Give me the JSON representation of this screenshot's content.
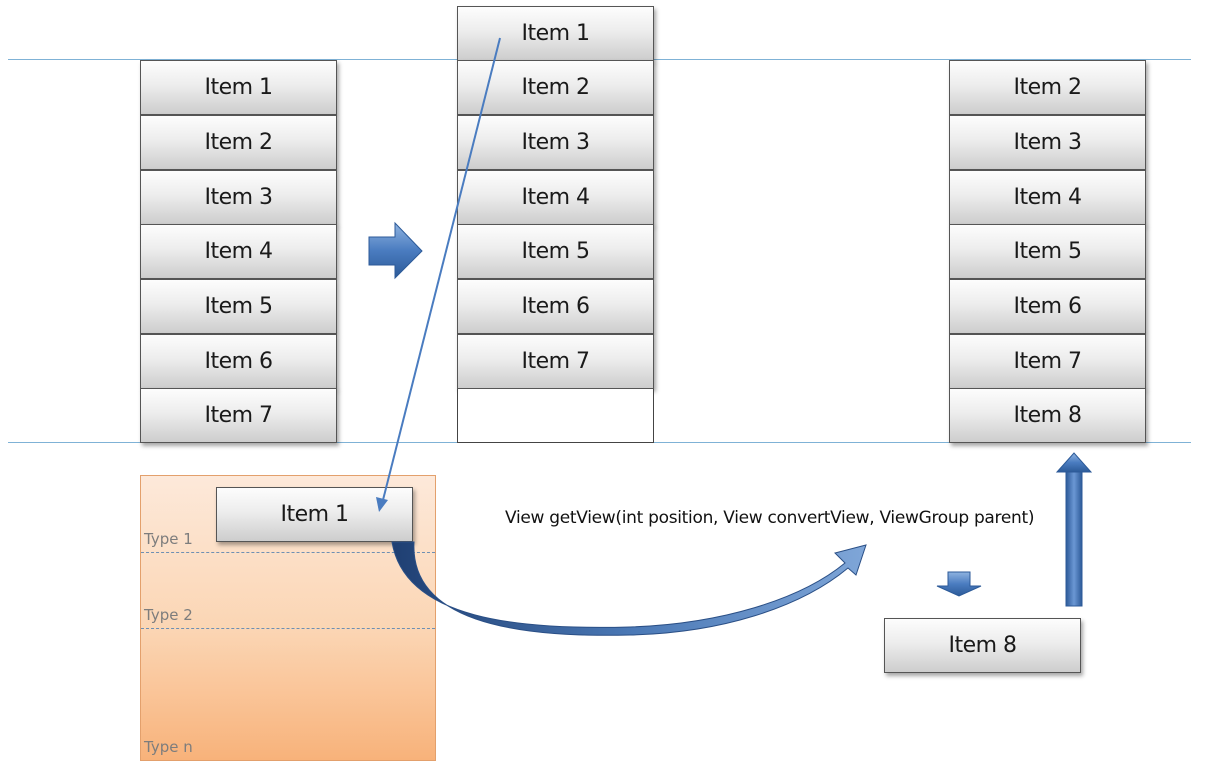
{
  "list_before": {
    "items": [
      "Item 1",
      "Item 2",
      "Item 3",
      "Item 4",
      "Item 5",
      "Item 6",
      "Item 7"
    ]
  },
  "list_scrolling": {
    "items": [
      "Item 1",
      "Item 2",
      "Item 3",
      "Item 4",
      "Item 5",
      "Item 6",
      "Item 7"
    ]
  },
  "list_after": {
    "items": [
      "Item 2",
      "Item 3",
      "Item 4",
      "Item 5",
      "Item 6",
      "Item 7",
      "Item 8"
    ]
  },
  "recycler": {
    "recycled_item": "Item 1",
    "type_labels": [
      "Type 1",
      "Type 2",
      "Type n"
    ]
  },
  "method_signature": "View getView(int position, View convertView, ViewGroup parent)",
  "new_item": "Item 8",
  "colors": {
    "viewport_line": "#7fb2d6",
    "arrow_blue": "#3f6fb0",
    "recycler_orange": "#f8b27a"
  },
  "icons": [
    "right-arrow-icon",
    "down-arrow-icon",
    "up-arrow-icon",
    "curved-arrow-icon"
  ]
}
